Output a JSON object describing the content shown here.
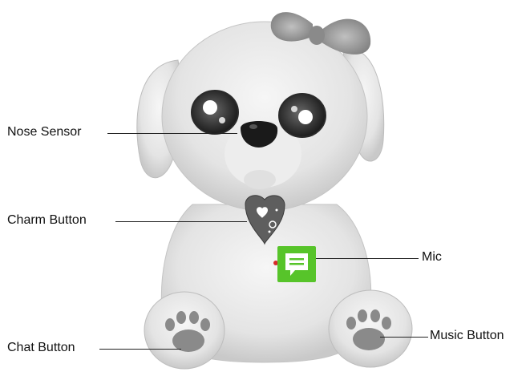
{
  "labels": {
    "nose_sensor": "Nose Sensor",
    "charm_button": "Charm Button",
    "mic": "Mic",
    "chat_button": "Chat Button",
    "music_button": "Music Button"
  },
  "colors": {
    "mic_badge": "#57c42a",
    "leader_line": "#222222",
    "plush_fur": "#e6e6e6",
    "bow": "#9c9c9c",
    "charm_heart": "#5e5e5e"
  },
  "icons": {
    "mic": "chat-bubble-icon",
    "charm": "heart-icon",
    "paws": "paw-print-icon"
  }
}
